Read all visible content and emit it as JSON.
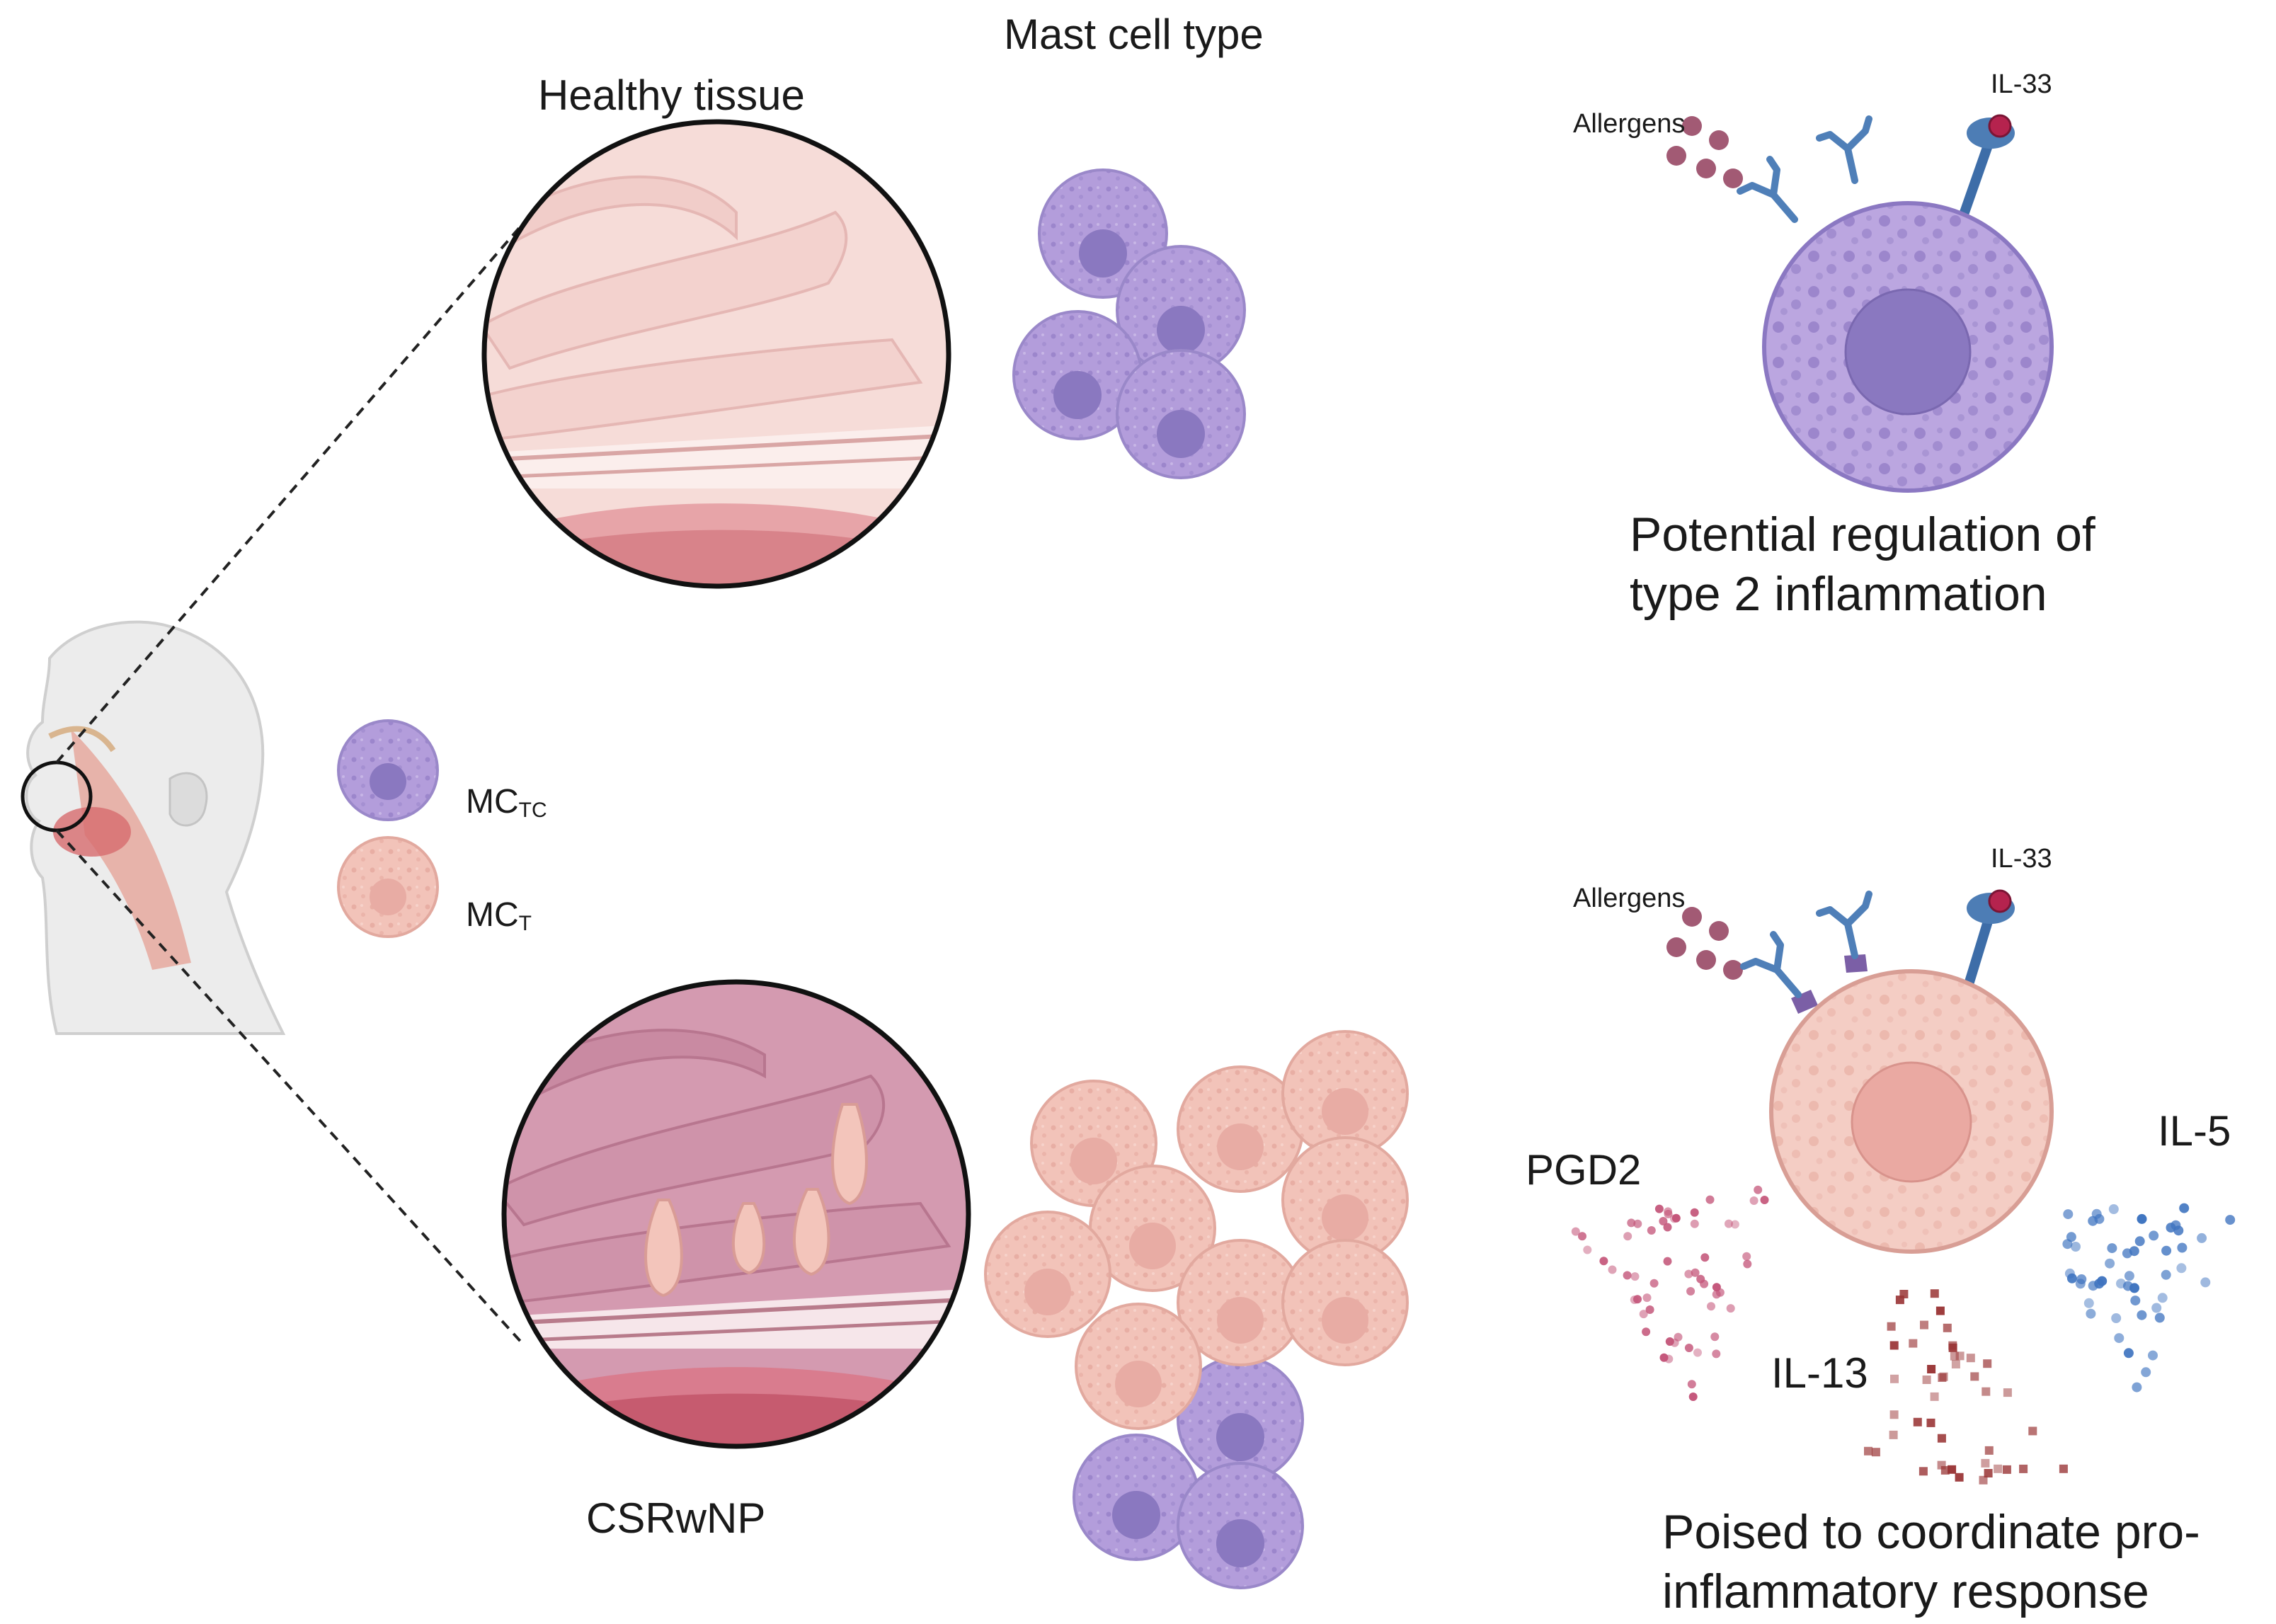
{
  "title": "Mast cell type",
  "healthy": {
    "label": "Healthy tissue"
  },
  "disease": {
    "label": "CSRwNP"
  },
  "legend": {
    "mctc": {
      "main": "MC",
      "sub": "TC",
      "color": "#b39ddb"
    },
    "mct": {
      "main": "MC",
      "sub": "T",
      "color": "#f1bfb5"
    }
  },
  "top_panel": {
    "allergens": "Allergens",
    "il33": "IL-33",
    "caption_line1": "Potential regulation of",
    "caption_line2": "type 2 inflammation"
  },
  "bottom_panel": {
    "allergens": "Allergens",
    "il33": "IL-33",
    "pgd2": "PGD2",
    "il5": "IL-5",
    "il13": "IL-13",
    "caption_line1": "Poised to coordinate pro-",
    "caption_line2": "inflammatory response"
  },
  "colors": {
    "mctc_fill": "#b39ddb",
    "mctc_nucleus": "#8a78c0",
    "mct_fill": "#f1bfb5",
    "mct_nucleus": "#e39f98",
    "tissue_healthy": "#f6d9d6",
    "tissue_disease": "#d79cb1",
    "pgd2_dots": "#c4567a",
    "il5_dots": "#3f74c0",
    "il13_dots": "#9a3536"
  }
}
